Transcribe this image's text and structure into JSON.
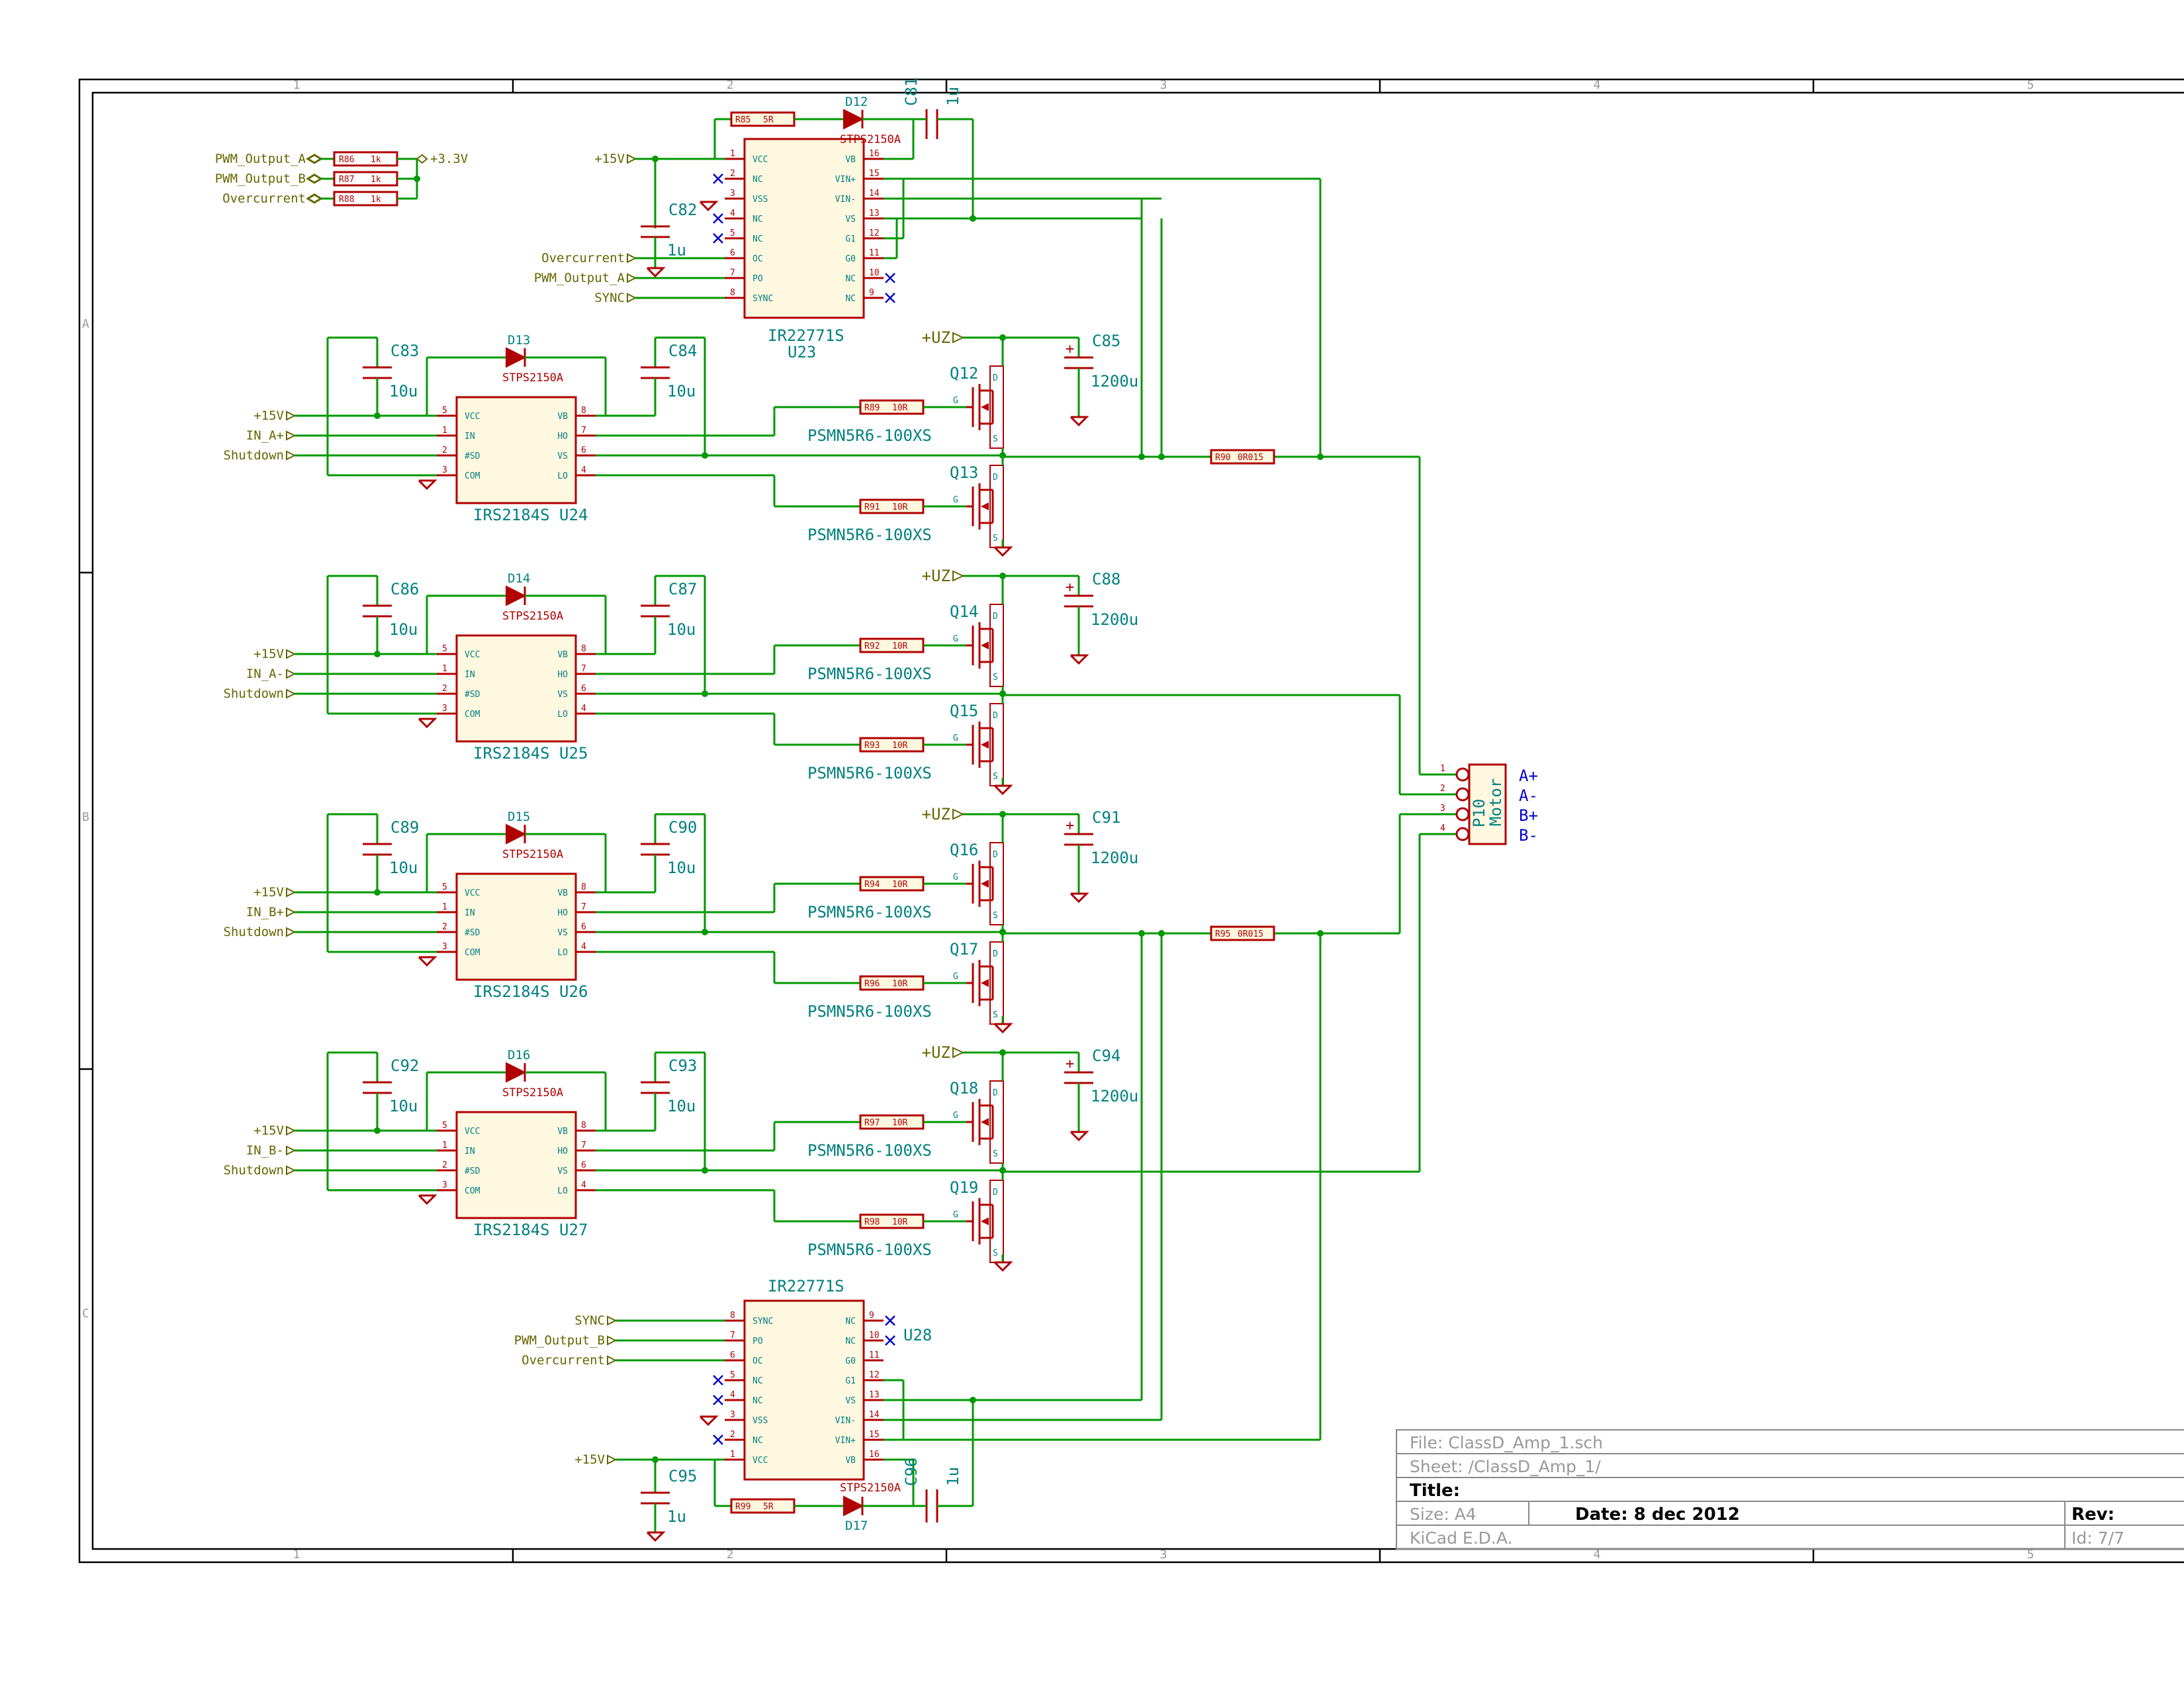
{
  "title_block": {
    "file": "File: ClassD_Amp_1.sch",
    "sheet": "Sheet: /ClassD_Amp_1/",
    "title_label": "Title:",
    "size": "Size: A4",
    "date": "Date: 8 dec 2012",
    "rev": "Rev:",
    "tool": "KiCad E.D.A.",
    "id": "Id: 7/7"
  },
  "grid_cols": [
    "1",
    "2",
    "3",
    "4",
    "5"
  ],
  "grid_rows": [
    "A",
    "B",
    "C"
  ],
  "header_pullups": {
    "labels": [
      "PWM_Output_A",
      "PWM_Output_B",
      "Overcurrent"
    ],
    "resistors": [
      {
        "ref": "R86",
        "val": "1k"
      },
      {
        "ref": "R87",
        "val": "1k"
      },
      {
        "ref": "R88",
        "val": "1k"
      }
    ],
    "supply": "+3.3V"
  },
  "u23": {
    "ref": "U23",
    "value": "IR22771S",
    "supply": "+15V",
    "c_ref": "C82",
    "c_val": "1u",
    "r_ref": "R85",
    "r_val": "5R",
    "d_ref": "D12",
    "d_val": "STPS2150A",
    "c2_ref": "C81",
    "c2_val": "1u",
    "left_labels": [
      "Overcurrent",
      "PWM_Output_A",
      "SYNC"
    ],
    "left_pins": [
      {
        "num": "1",
        "name": "VCC"
      },
      {
        "num": "2",
        "name": "NC"
      },
      {
        "num": "3",
        "name": "VSS"
      },
      {
        "num": "4",
        "name": "NC"
      },
      {
        "num": "5",
        "name": "NC"
      },
      {
        "num": "6",
        "name": "OC"
      },
      {
        "num": "7",
        "name": "PO"
      },
      {
        "num": "8",
        "name": "SYNC"
      }
    ],
    "right_pins": [
      {
        "num": "16",
        "name": "VB"
      },
      {
        "num": "15",
        "name": "VIN+"
      },
      {
        "num": "14",
        "name": "VIN-"
      },
      {
        "num": "13",
        "name": "VS"
      },
      {
        "num": "12",
        "name": "G1"
      },
      {
        "num": "11",
        "name": "G0"
      },
      {
        "num": "10",
        "name": "NC"
      },
      {
        "num": "9",
        "name": "NC"
      }
    ]
  },
  "u28": {
    "ref": "U28",
    "value": "IR22771S",
    "supply": "+15V",
    "c_ref": "C95",
    "c_val": "1u",
    "r_ref": "R99",
    "r_val": "5R",
    "d_ref": "D17",
    "d_val": "STPS2150A",
    "c2_ref": "C96",
    "c2_val": "1u",
    "left_labels": [
      "SYNC",
      "PWM_Output_B",
      "Overcurrent"
    ],
    "left_pins": [
      {
        "num": "8",
        "name": "SYNC"
      },
      {
        "num": "7",
        "name": "PO"
      },
      {
        "num": "6",
        "name": "OC"
      },
      {
        "num": "5",
        "name": "NC"
      },
      {
        "num": "4",
        "name": "NC"
      },
      {
        "num": "3",
        "name": "VSS"
      },
      {
        "num": "2",
        "name": "NC"
      },
      {
        "num": "1",
        "name": "VCC"
      }
    ],
    "right_pins": [
      {
        "num": "9",
        "name": "NC"
      },
      {
        "num": "10",
        "name": "NC"
      },
      {
        "num": "11",
        "name": "G0"
      },
      {
        "num": "12",
        "name": "G1"
      },
      {
        "num": "13",
        "name": "VS"
      },
      {
        "num": "14",
        "name": "VIN-"
      },
      {
        "num": "15",
        "name": "VIN+"
      },
      {
        "num": "16",
        "name": "VB"
      }
    ]
  },
  "driver_pins_left": [
    {
      "num": "5",
      "name": "VCC"
    },
    {
      "num": "1",
      "name": "IN"
    },
    {
      "num": "2",
      "name": "#SD"
    },
    {
      "num": "3",
      "name": "COM"
    }
  ],
  "driver_pins_right": [
    {
      "num": "8",
      "name": "VB"
    },
    {
      "num": "7",
      "name": "HO"
    },
    {
      "num": "6",
      "name": "VS"
    },
    {
      "num": "4",
      "name": "LO"
    }
  ],
  "stages": [
    {
      "driver": "IRS2184S U24",
      "in_label": "IN_A+",
      "vcc": "+15V",
      "sd": "Shutdown",
      "ca_ref": "C83",
      "ca_val": "10u",
      "cb_ref": "C84",
      "cb_val": "10u",
      "d_ref": "D13",
      "d_val": "STPS2150A",
      "uz": "+UZ",
      "cbulk_ref": "C85",
      "cbulk_val": "1200u",
      "qh": "Q12",
      "qh_val": "PSMN5R6-100XS",
      "rh_ref": "R89",
      "rh_val": "10R",
      "ql": "Q13",
      "ql_val": "PSMN5R6-100XS",
      "rl_ref": "R91",
      "rl_val": "10R"
    },
    {
      "driver": "IRS2184S U25",
      "in_label": "IN_A-",
      "vcc": "+15V",
      "sd": "Shutdown",
      "ca_ref": "C86",
      "ca_val": "10u",
      "cb_ref": "C87",
      "cb_val": "10u",
      "d_ref": "D14",
      "d_val": "STPS2150A",
      "uz": "+UZ",
      "cbulk_ref": "C88",
      "cbulk_val": "1200u",
      "qh": "Q14",
      "qh_val": "PSMN5R6-100XS",
      "rh_ref": "R92",
      "rh_val": "10R",
      "ql": "Q15",
      "ql_val": "PSMN5R6-100XS",
      "rl_ref": "R93",
      "rl_val": "10R"
    },
    {
      "driver": "IRS2184S U26",
      "in_label": "IN_B+",
      "vcc": "+15V",
      "sd": "Shutdown",
      "ca_ref": "C89",
      "ca_val": "10u",
      "cb_ref": "C90",
      "cb_val": "10u",
      "d_ref": "D15",
      "d_val": "STPS2150A",
      "uz": "+UZ",
      "cbulk_ref": "C91",
      "cbulk_val": "1200u",
      "qh": "Q16",
      "qh_val": "PSMN5R6-100XS",
      "rh_ref": "R94",
      "rh_val": "10R",
      "ql": "Q17",
      "ql_val": "PSMN5R6-100XS",
      "rl_ref": "R96",
      "rl_val": "10R"
    },
    {
      "driver": "IRS2184S U27",
      "in_label": "IN_B-",
      "vcc": "+15V",
      "sd": "Shutdown",
      "ca_ref": "C92",
      "ca_val": "10u",
      "cb_ref": "C93",
      "cb_val": "10u",
      "d_ref": "D16",
      "d_val": "STPS2150A",
      "uz": "+UZ",
      "cbulk_ref": "C94",
      "cbulk_val": "1200u",
      "qh": "Q18",
      "qh_val": "PSMN5R6-100XS",
      "rh_ref": "R97",
      "rh_val": "10R",
      "ql": "Q19",
      "ql_val": "PSMN5R6-100XS",
      "rl_ref": "R98",
      "rl_val": "10R"
    }
  ],
  "shunts": [
    {
      "ref": "R90",
      "val": "0R015"
    },
    {
      "ref": "R95",
      "val": "0R015"
    }
  ],
  "mosfet_pins": {
    "g": "G",
    "d": "D",
    "s": "S"
  },
  "motor": {
    "ref": "P10",
    "value": "Motor",
    "pins": [
      "1",
      "2",
      "3",
      "4"
    ],
    "nets": [
      "A+",
      "A-",
      "B+",
      "B-"
    ]
  }
}
